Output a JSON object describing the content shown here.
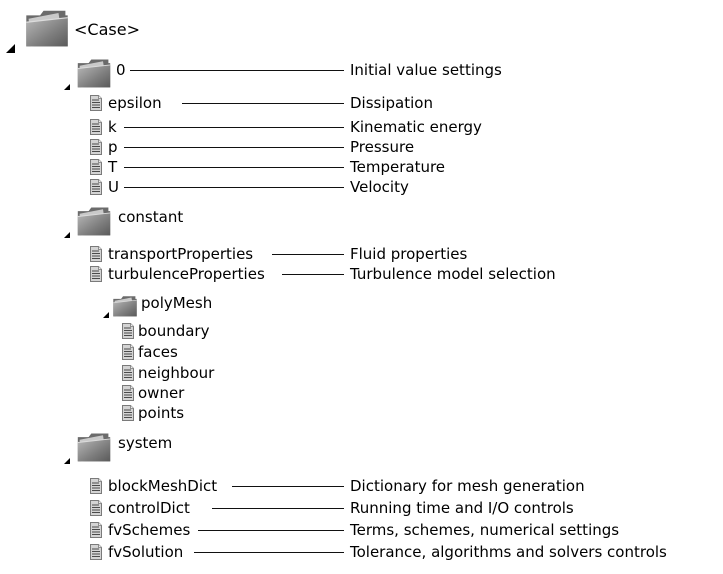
{
  "root": {
    "name": "<Case>"
  },
  "folder_0": {
    "name": "0",
    "description": "Initial value settings",
    "files": [
      {
        "name": "epsilon",
        "description": "Dissipation"
      },
      {
        "name": "k",
        "description": "Kinematic energy"
      },
      {
        "name": "p",
        "description": "Pressure"
      },
      {
        "name": "T",
        "description": "Temperature"
      },
      {
        "name": "U",
        "description": "Velocity"
      }
    ]
  },
  "constant": {
    "name": "constant",
    "files": [
      {
        "name": "transportProperties",
        "description": "Fluid properties"
      },
      {
        "name": "turbulenceProperties",
        "description": "Turbulence model selection"
      }
    ],
    "polyMesh": {
      "name": "polyMesh",
      "files": [
        {
          "name": "boundary"
        },
        {
          "name": "faces"
        },
        {
          "name": "neighbour"
        },
        {
          "name": "owner"
        },
        {
          "name": "points"
        }
      ]
    }
  },
  "system": {
    "name": "system",
    "files": [
      {
        "name": "blockMeshDict",
        "description": "Dictionary for mesh generation"
      },
      {
        "name": "controlDict",
        "description": "Running time and I/O controls"
      },
      {
        "name": "fvSchemes",
        "description": "Terms, schemes, numerical settings"
      },
      {
        "name": "fvSolution",
        "description": "Tolerance, algorithms and solvers controls"
      }
    ]
  },
  "icons": {
    "folder": "folder-icon",
    "file": "document-icon",
    "expand": "disclosure-triangle-icon"
  }
}
